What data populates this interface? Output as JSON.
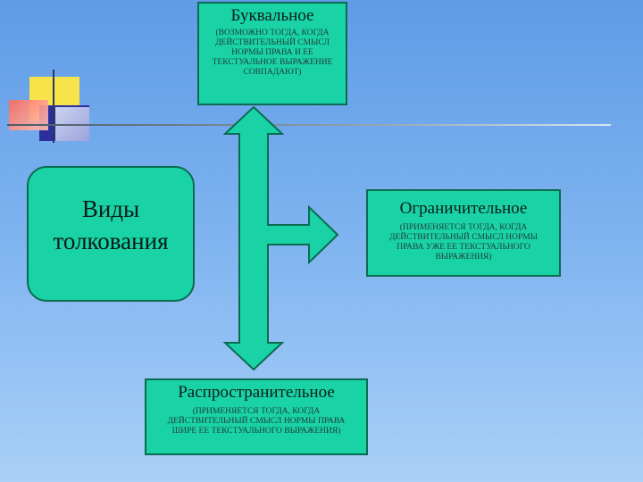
{
  "diagram": {
    "main": {
      "line1": "Виды",
      "line2": "толкования"
    },
    "literal": {
      "title": "Буквальное",
      "note": "(возможно тогда, когда действительный смысл нормы права и ее текстуальное выражение совпадают)"
    },
    "restrictive": {
      "title": "Ограничительное",
      "note": "(применяется тогда, когда действительный смысл нормы права уже ее текстуального выражения)"
    },
    "extensive": {
      "title": "Распространительное",
      "note": "(применяется тогда, когда действительный смысл нормы права шире ее текстуального выражения)"
    }
  },
  "colors": {
    "box_fill": "#19d3a7",
    "box_border": "#0b6b50",
    "background_top": "#5f9be6",
    "background_bottom": "#a9d0f7"
  }
}
